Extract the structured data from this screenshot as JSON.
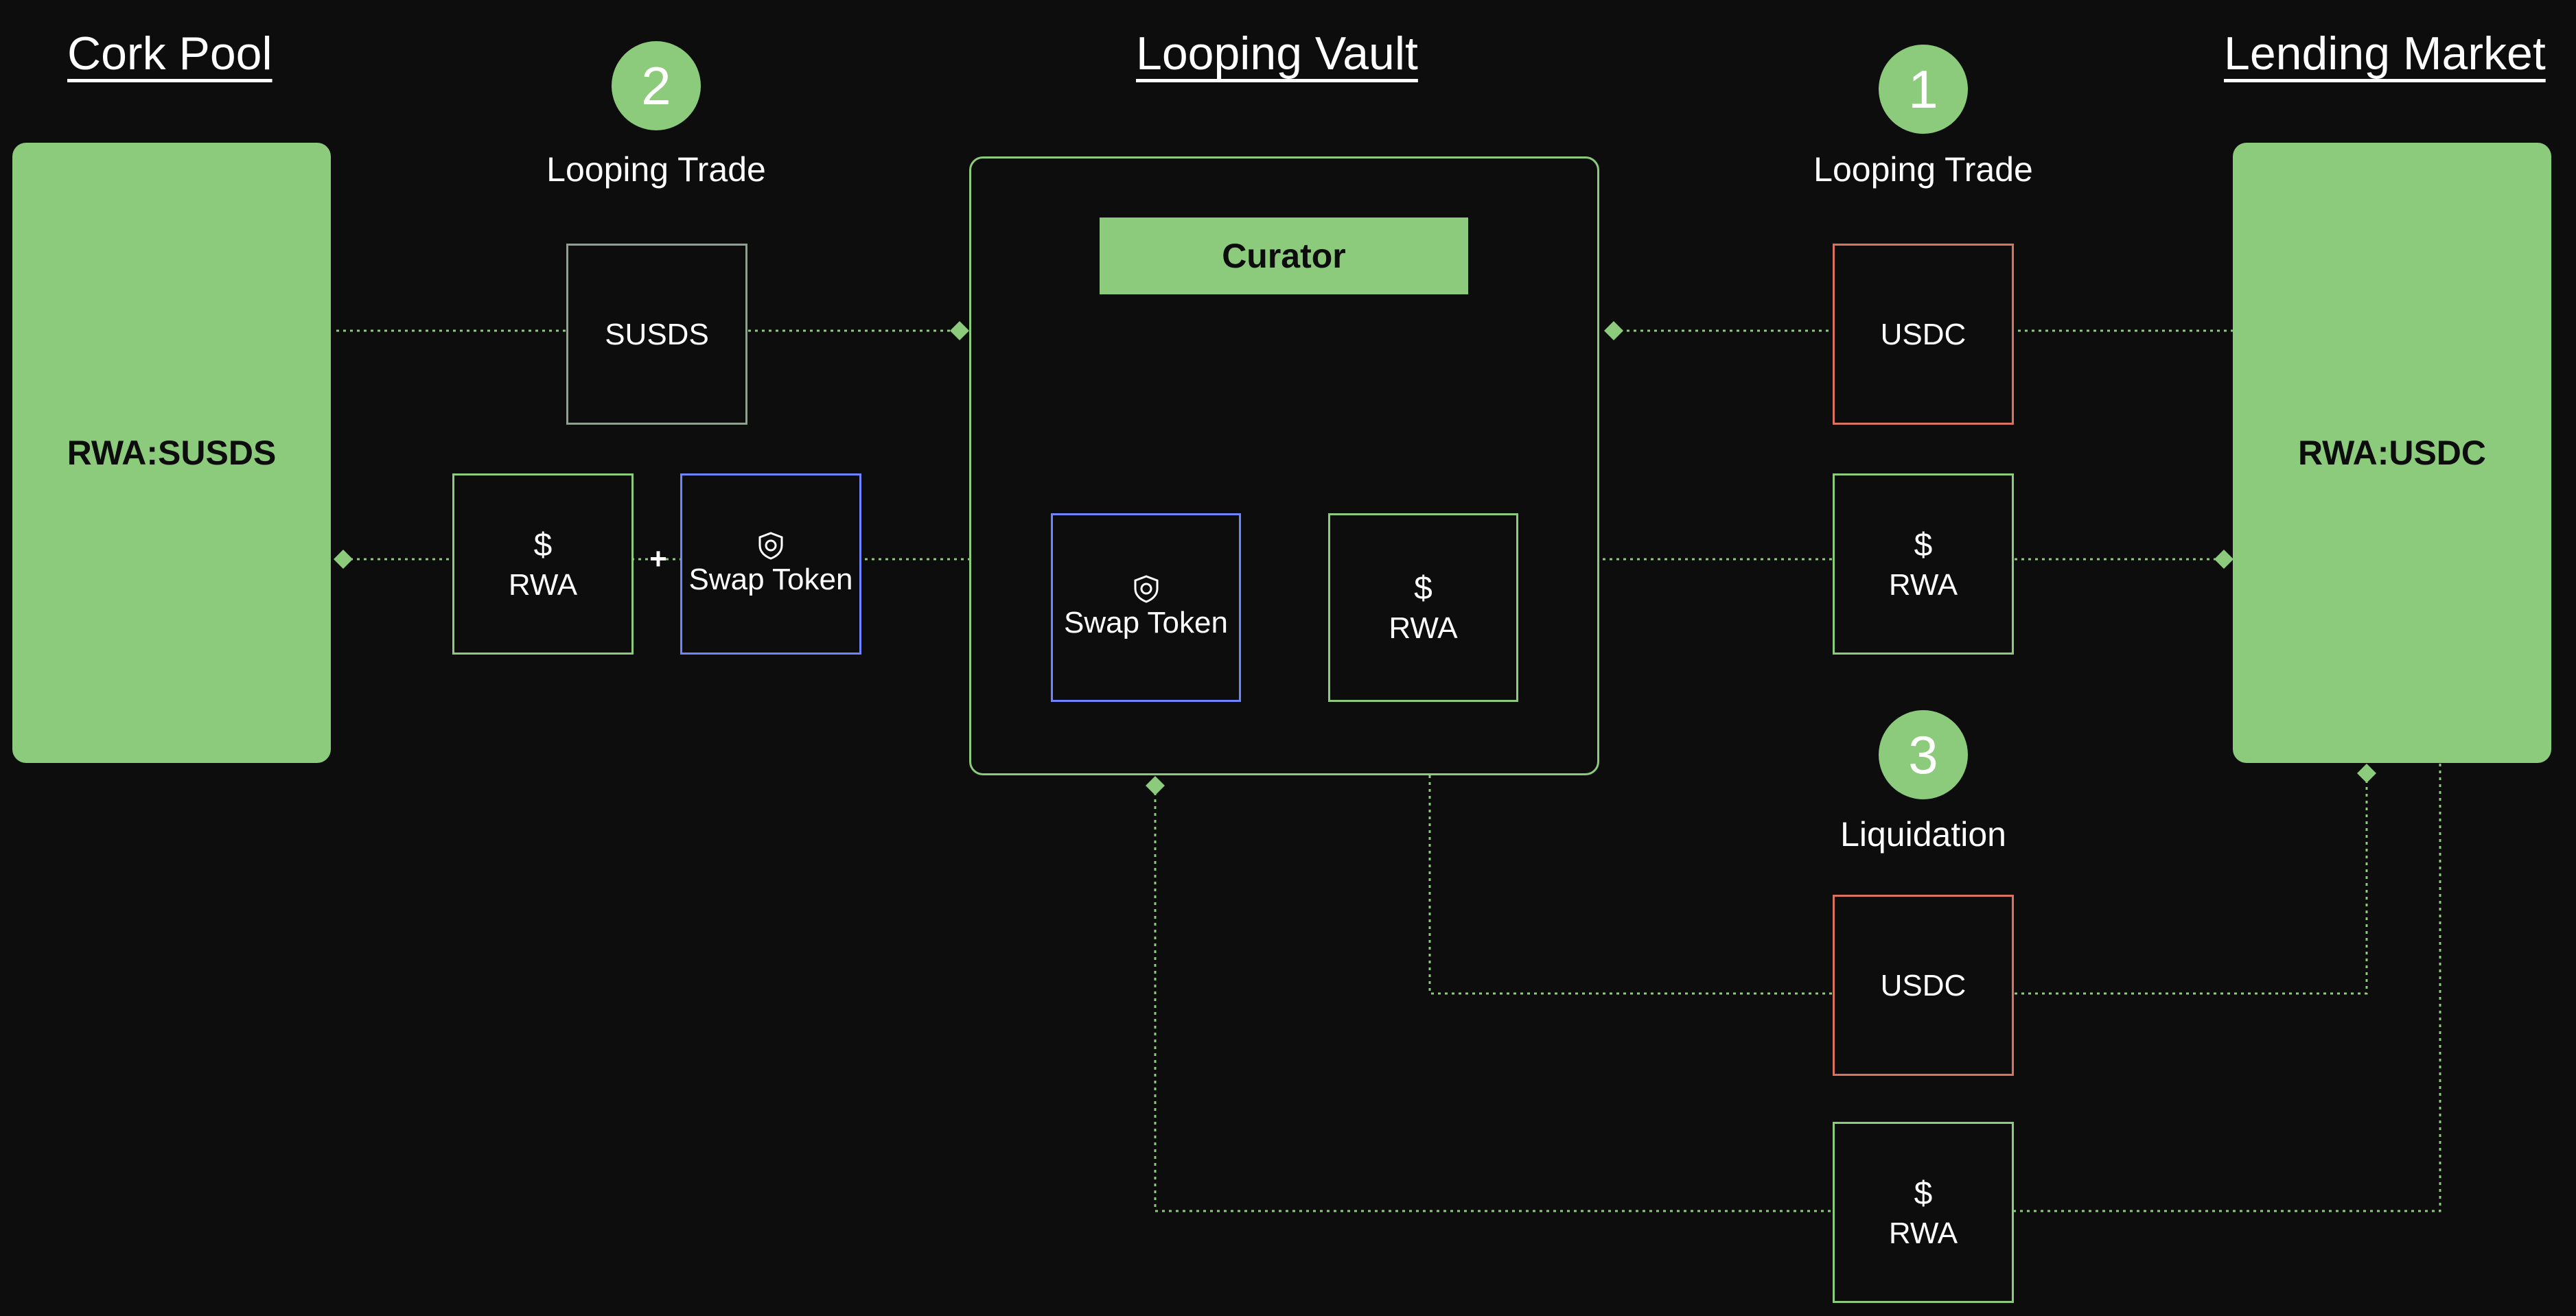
{
  "headings": {
    "cork_pool": "Cork Pool",
    "looping_vault": "Looping Vault",
    "lending_market": "Lending Market"
  },
  "steps": [
    {
      "number": "2",
      "label": "Looping Trade"
    },
    {
      "number": "1",
      "label": "Looping Trade"
    },
    {
      "number": "3",
      "label": "Liquidation"
    }
  ],
  "pools": {
    "left": "RWA:SUSDS",
    "right": "RWA:USDC"
  },
  "vault": {
    "curator": "Curator",
    "swap_token": "Swap Token",
    "rwa_symbol": "$",
    "rwa": "RWA"
  },
  "tokens": {
    "susds": "SUSDS",
    "usdc": "USDC",
    "rwa": "RWA",
    "dollar": "$",
    "swap_token": "Swap Token",
    "plus": "+"
  },
  "colors": {
    "background": "#0d0d0d",
    "accent_green": "#8bcb7b",
    "usdc_border": "#d9735f",
    "swap_token_border": "#6f84ff",
    "susds_border": "#8f9f92"
  },
  "icons": {
    "swap_token": "shield-icon",
    "connector_end": "diamond-icon"
  }
}
